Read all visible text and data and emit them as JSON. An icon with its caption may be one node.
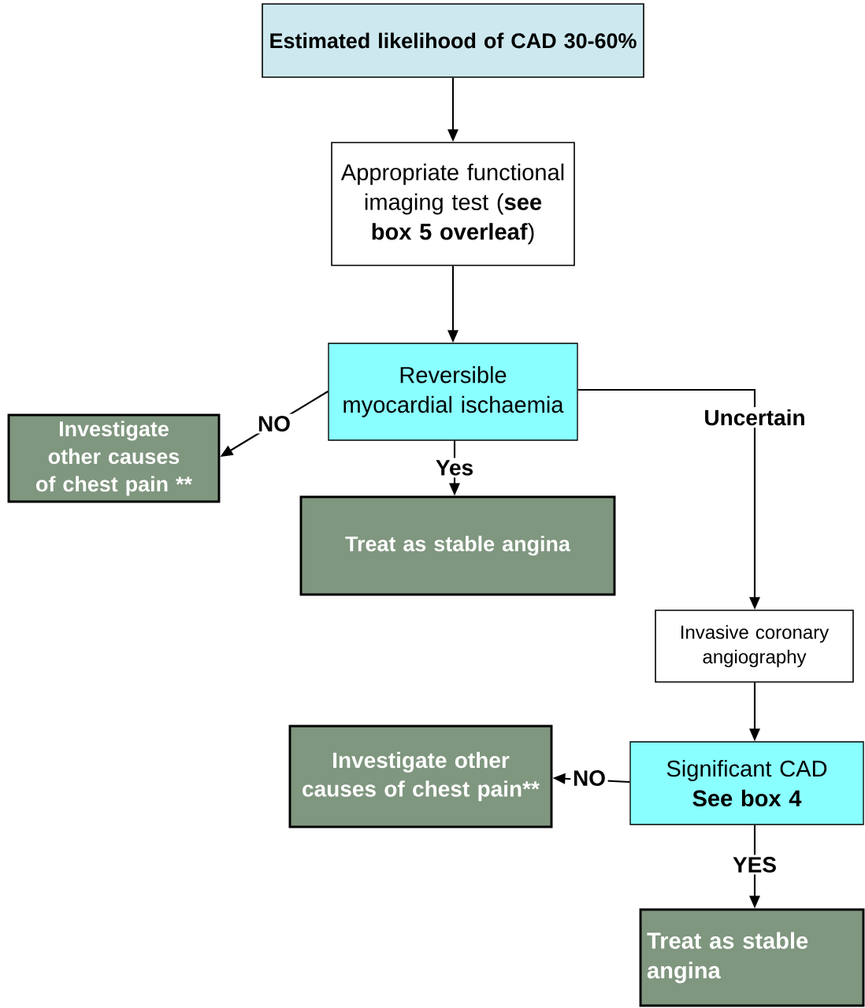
{
  "diagram": {
    "nodes": [
      {
        "text": [
          "Estimated likelihood of CAD 30-60%"
        ]
      },
      {
        "text": [
          "Appropriate functional imaging test (**see box 5 overleaf**)"
        ]
      },
      {
        "text": [
          "Reversible myocardial ischaemia"
        ]
      },
      {
        "text": [
          "Investigate other causes of chest pain **"
        ]
      },
      {
        "text": [
          "Treat as stable angina"
        ]
      },
      {
        "text": [
          "Invasive coronary angiography"
        ]
      },
      {
        "text": [
          "Investigate other causes of chest pain**"
        ]
      },
      {
        "text": [
          "Significant CAD",
          "See box 4"
        ]
      },
      {
        "text": [
          "Treat as stable angina"
        ]
      }
    ],
    "edges": [
      {
        "from": 0,
        "to": 1,
        "arrow": "to"
      },
      {
        "from": 1,
        "to": 2,
        "arrow": "to"
      },
      {
        "from": 2,
        "to": 3,
        "arrow": "to",
        "label": "NO"
      },
      {
        "from": 2,
        "to": 4,
        "arrow": "to",
        "label": "Yes"
      },
      {
        "from": 2,
        "to": 5,
        "arrow": "to",
        "label": "Uncertain"
      },
      {
        "from": 5,
        "to": 7,
        "arrow": "to"
      },
      {
        "from": 7,
        "to": 6,
        "arrow": "to",
        "label": "NO"
      },
      {
        "from": 7,
        "to": 8,
        "arrow": "to",
        "label": "YES"
      }
    ]
  }
}
